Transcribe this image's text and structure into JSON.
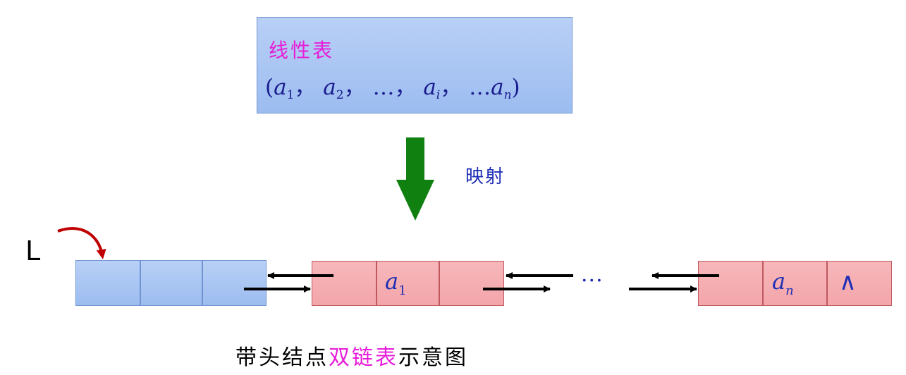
{
  "top_box": {
    "title": "线性表",
    "sequence": {
      "open": "(",
      "a": "a",
      "i": "i",
      "n": "n",
      "one": "1",
      "two": "2",
      "sep": "，",
      "ellipsis": "…",
      "close": ")"
    }
  },
  "map_label": "映射",
  "pointer_label": "L",
  "node_a1_label": "a",
  "node_a1_sub": "1",
  "node_an_label": "a",
  "node_an_sub": "n",
  "null_symbol": "∧",
  "dots": "···",
  "caption": {
    "part1": "带头结点",
    "part2": "双链表",
    "part3": "示意图"
  },
  "colors": {
    "accent_magenta": "#e61dd8",
    "text_blue": "#1f2fb5",
    "arrow_green": "#108010",
    "pointer_red": "#c00000"
  }
}
